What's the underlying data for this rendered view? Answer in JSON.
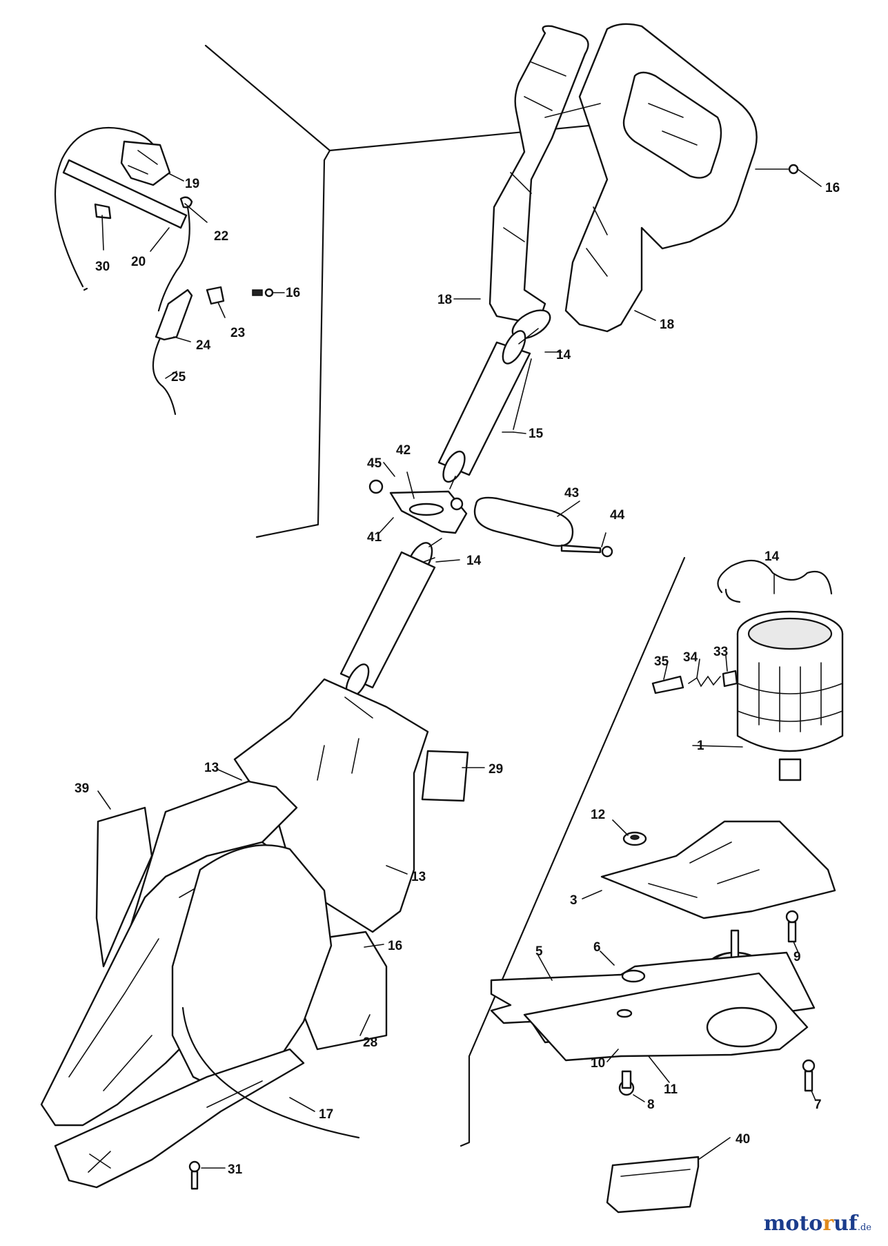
{
  "callouts": [
    {
      "id": "c-16a",
      "text": "16"
    },
    {
      "id": "c-19",
      "text": "19"
    },
    {
      "id": "c-22",
      "text": "22"
    },
    {
      "id": "c-30",
      "text": "30"
    },
    {
      "id": "c-20",
      "text": "20"
    },
    {
      "id": "c-16b",
      "text": "16"
    },
    {
      "id": "c-23",
      "text": "23"
    },
    {
      "id": "c-24",
      "text": "24"
    },
    {
      "id": "c-25",
      "text": "25"
    },
    {
      "id": "c-18a",
      "text": "18"
    },
    {
      "id": "c-18b",
      "text": "18"
    },
    {
      "id": "c-14a",
      "text": "14"
    },
    {
      "id": "c-15",
      "text": "15"
    },
    {
      "id": "c-45",
      "text": "45"
    },
    {
      "id": "c-42",
      "text": "42"
    },
    {
      "id": "c-43",
      "text": "43"
    },
    {
      "id": "c-44",
      "text": "44"
    },
    {
      "id": "c-41",
      "text": "41"
    },
    {
      "id": "c-14b",
      "text": "14"
    },
    {
      "id": "c-14c",
      "text": "14"
    },
    {
      "id": "c-35",
      "text": "35"
    },
    {
      "id": "c-34",
      "text": "34"
    },
    {
      "id": "c-33",
      "text": "33"
    },
    {
      "id": "c-1",
      "text": "1"
    },
    {
      "id": "c-29",
      "text": "29"
    },
    {
      "id": "c-13a",
      "text": "13"
    },
    {
      "id": "c-39",
      "text": "39"
    },
    {
      "id": "c-13b",
      "text": "13"
    },
    {
      "id": "c-12",
      "text": "12"
    },
    {
      "id": "c-3",
      "text": "3"
    },
    {
      "id": "c-9",
      "text": "9"
    },
    {
      "id": "c-5",
      "text": "5"
    },
    {
      "id": "c-6",
      "text": "6"
    },
    {
      "id": "c-16c",
      "text": "16"
    },
    {
      "id": "c-28",
      "text": "28"
    },
    {
      "id": "c-10",
      "text": "10"
    },
    {
      "id": "c-11",
      "text": "11"
    },
    {
      "id": "c-7",
      "text": "7"
    },
    {
      "id": "c-8",
      "text": "8"
    },
    {
      "id": "c-17",
      "text": "17"
    },
    {
      "id": "c-40",
      "text": "40"
    },
    {
      "id": "c-31",
      "text": "31"
    }
  ],
  "watermark": {
    "pre": "moto",
    "accent": "r",
    "post": "uf",
    "tld": ".de"
  },
  "colors": {
    "line": "#111111",
    "watermark_blue": "#1a3c8c",
    "watermark_orange": "#e08a1a"
  }
}
